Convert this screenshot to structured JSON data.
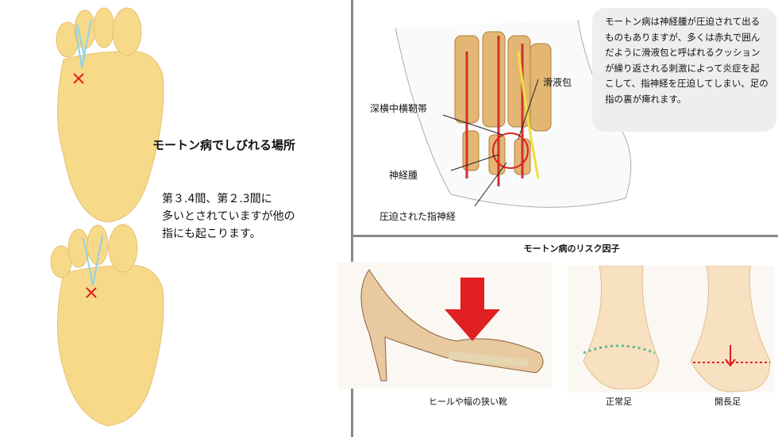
{
  "left": {
    "title": "モートン病でしびれる場所",
    "description": "第３.4間、第２.3間に\n多いとされていますが他の\n指にも起こります。"
  },
  "anatomy": {
    "labels": {
      "ligament": "深横中横靭帯",
      "bursa": "滑液包",
      "neuroma": "神経腫",
      "nerve": "圧迫された指神経"
    },
    "explanation": "モートン病は神経腫が圧迫されて出るものもありますが、多くは赤丸で囲んだように滑液包と呼ばれるクッションが繰り返される刺激によって炎症を起こして、指神経を圧迫してしまい、足の指の裏が痺れます。"
  },
  "risk": {
    "title": "モートン病のリスク因子",
    "shoe_caption": "ヒールや幅の狭い靴",
    "normal_caption": "正常足",
    "splay_caption": "開長足"
  },
  "colors": {
    "skin": "#f7d98a",
    "red": "#e02020",
    "nerve": "#8fd3e8"
  }
}
